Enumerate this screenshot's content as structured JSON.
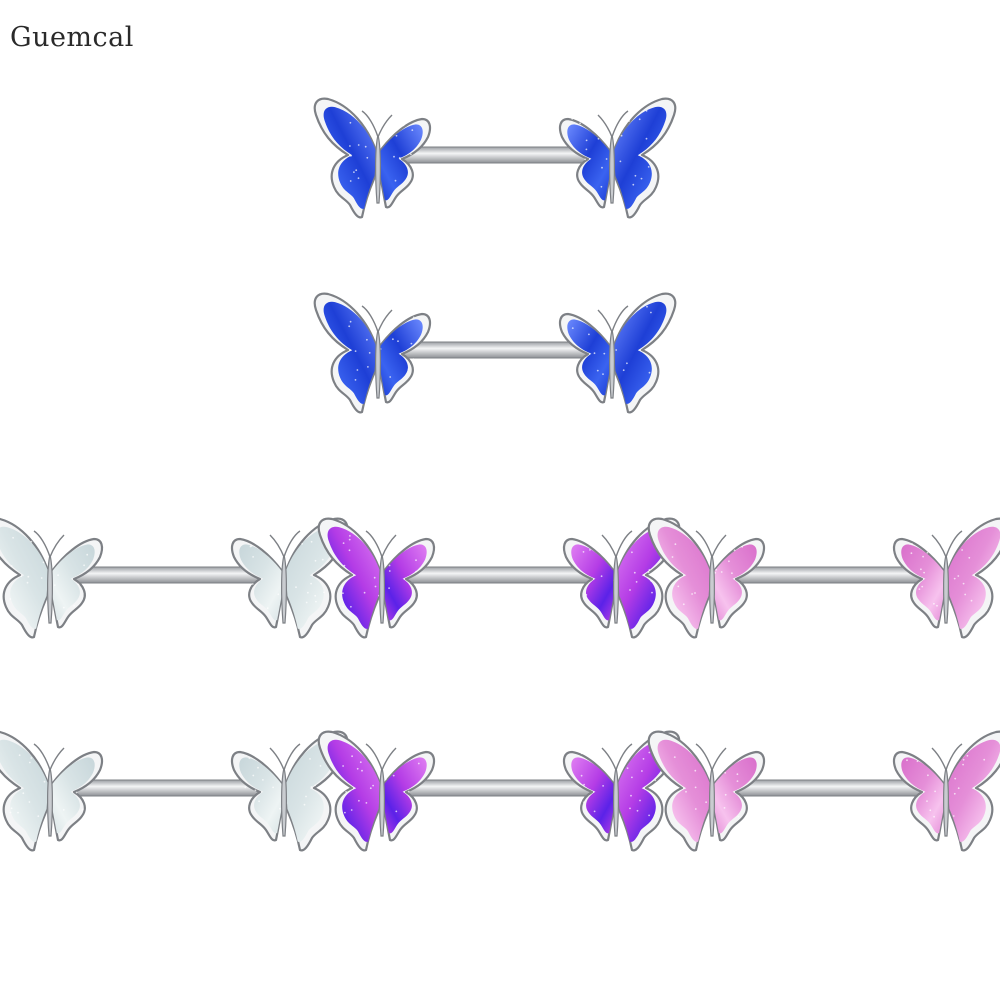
{
  "brand": {
    "name": "Guemcal"
  },
  "products": [
    {
      "id": "blue-1",
      "variant": "blue",
      "wing_colors": [
        "#1e3fd6",
        "#3a63f0",
        "#6d8bff"
      ]
    },
    {
      "id": "blue-2",
      "variant": "blue",
      "wing_colors": [
        "#1e3fd6",
        "#3a63f0",
        "#6d8bff"
      ]
    },
    {
      "id": "white-opal-1",
      "variant": "white-opal",
      "wing_colors": [
        "#d9e4e6",
        "#eef4f4",
        "#c7d6da"
      ]
    },
    {
      "id": "purple-1",
      "variant": "purple",
      "wing_colors": [
        "#b43ce6",
        "#5b22e8",
        "#e07ff2"
      ]
    },
    {
      "id": "pink-opal-1",
      "variant": "pink-opal",
      "wing_colors": [
        "#e58fd8",
        "#f7c2ee",
        "#d96fcb"
      ]
    },
    {
      "id": "white-opal-2",
      "variant": "white-opal",
      "wing_colors": [
        "#d9e4e6",
        "#eef4f4",
        "#c7d6da"
      ]
    },
    {
      "id": "purple-2",
      "variant": "purple",
      "wing_colors": [
        "#b43ce6",
        "#5b22e8",
        "#e07ff2"
      ]
    },
    {
      "id": "pink-opal-2",
      "variant": "pink-opal",
      "wing_colors": [
        "#e58fd8",
        "#f7c2ee",
        "#d96fcb"
      ]
    }
  ],
  "colors": {
    "metal": "#c9ccd0",
    "metal_dark": "#7d8085",
    "metal_light": "#f4f5f6"
  }
}
